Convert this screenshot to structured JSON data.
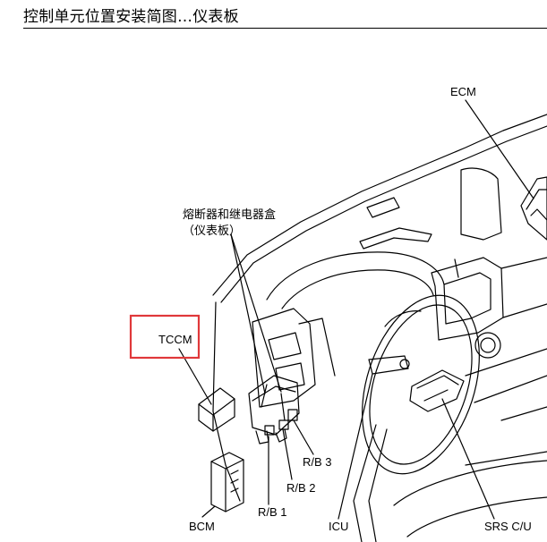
{
  "title": "控制单元位置安装简图…仪表板",
  "highlight_color": "#e0383a",
  "labels": {
    "ecm": "ECM",
    "fuse_box_line1": "熔断器和继电器盒",
    "fuse_box_line2": "（仪表板）",
    "tccm": "TCCM",
    "rb3": "R/B 3",
    "rb2": "R/B 2",
    "rb1": "R/B 1",
    "bcm": "BCM",
    "icu": "ICU",
    "srs": "SRS C/U"
  }
}
